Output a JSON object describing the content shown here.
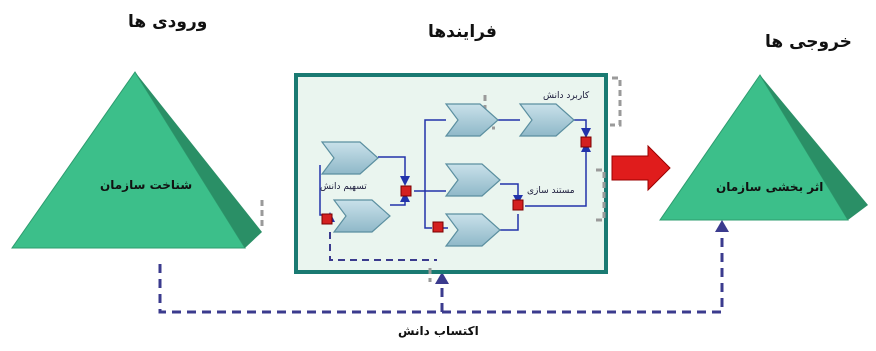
{
  "labels": {
    "inputs_title": "ورودی ها",
    "processes_title": "فرایندها",
    "outputs_title": "خروجی ها",
    "inputs_pyramid": "شناخت سازمان",
    "outputs_pyramid": "اثر بخشی سازمان",
    "knowledge_sharing": "تسهیم دانش",
    "knowledge_application": "کاربرد دانش",
    "documentation": "مستند سازی",
    "knowledge_acquisition": "اکتساب دانش"
  },
  "colors": {
    "pyramid_light": "#3cbf8a",
    "pyramid_dark": "#2a8f66",
    "process_box_fill": "#eaf5ef",
    "process_box_border": "#1a7a72",
    "arrow_red": "#e01c1c",
    "dashed_blue": "#3b3b8e",
    "gate_fill": "#a9ccd8",
    "node_red": "#d42020",
    "line_blue": "#2233aa"
  }
}
